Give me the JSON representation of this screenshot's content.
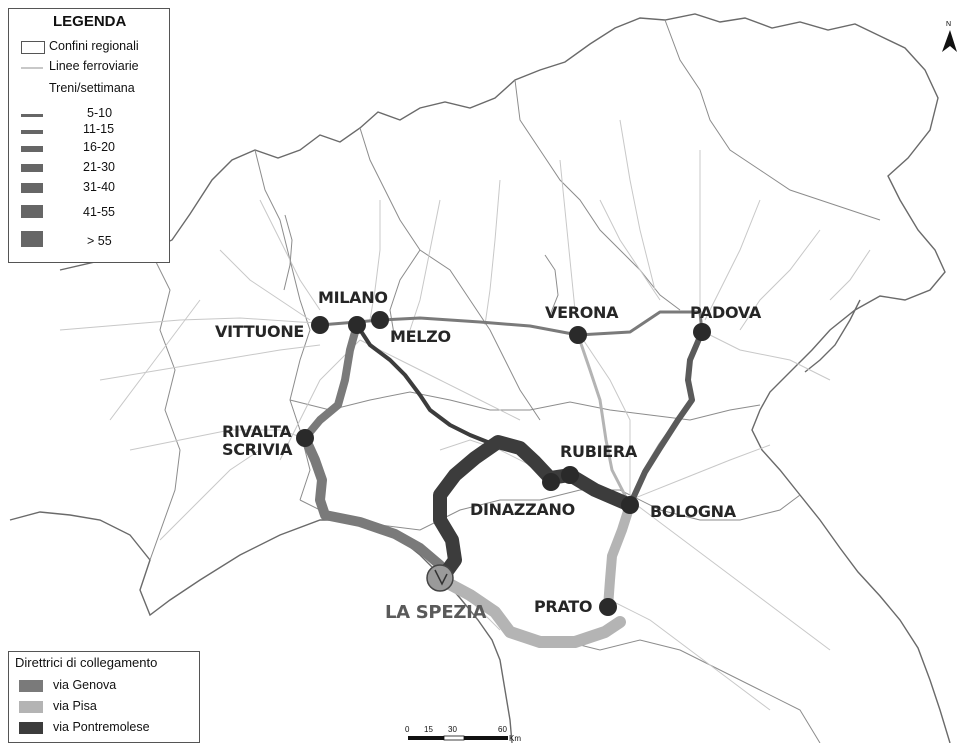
{
  "legend": {
    "title": "LEGENDA",
    "regional_borders": "Confini regionali",
    "railway_lines": "Linee ferroviarie",
    "trains_per_week": "Treni/settimana",
    "classes": [
      "5-10",
      "11-15",
      "16-20",
      "21-30",
      "31-40",
      "41-55",
      "> 55"
    ]
  },
  "routes_legend": {
    "title": "Direttrici di collegamento",
    "items": [
      {
        "label": "via Genova",
        "color": "#7a7a7a"
      },
      {
        "label": "via Pisa",
        "color": "#b4b4b4"
      },
      {
        "label": "via Pontremolese",
        "color": "#3c3c3c"
      }
    ]
  },
  "cities": {
    "milano": "MILANO",
    "vittuone": "VITTUONE",
    "melzo": "MELZO",
    "verona": "VERONA",
    "padova": "PADOVA",
    "rivalta": "RIVALTA",
    "scrivia": "SCRIVIA",
    "rubiera": "RUBIERA",
    "dinazzano": "DINAZZANO",
    "bologna": "BOLOGNA",
    "prato": "PRATO",
    "la_spezia": "LA SPEZIA"
  },
  "scale": {
    "ticks": [
      "0",
      "15",
      "30",
      "60"
    ],
    "unit": "Km"
  },
  "north_label": "N",
  "colors": {
    "genova": "#7a7a7a",
    "pisa": "#b4b4b4",
    "pontremolese": "#3c3c3c",
    "station": "#2a2a2a"
  }
}
